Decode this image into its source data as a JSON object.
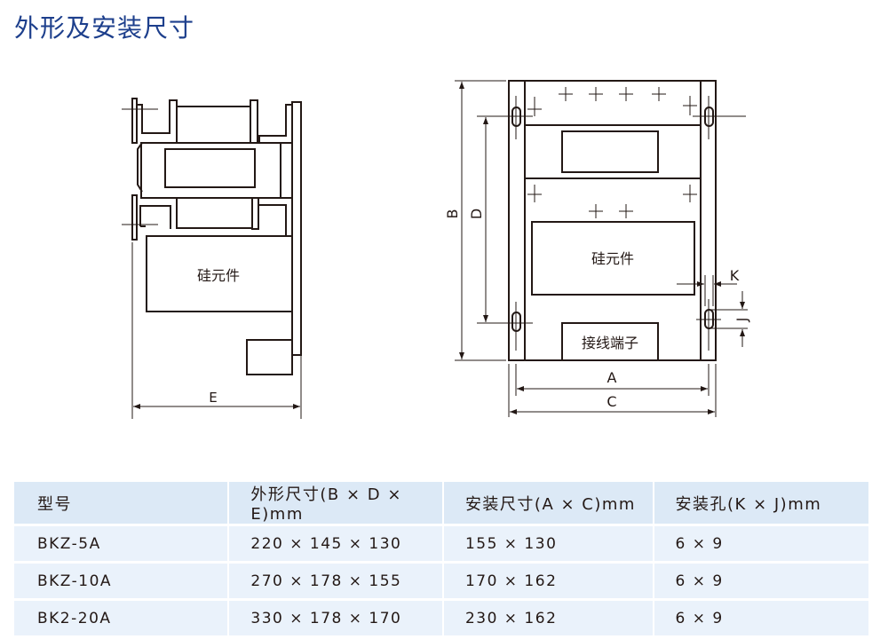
{
  "title": "外形及安装尺寸",
  "side_view": {
    "component_label": "硅元件",
    "dimension_labels": {
      "E": "E"
    }
  },
  "front_view": {
    "component_label": "硅元件",
    "terminal_label": "接线端子",
    "dimension_labels": {
      "A": "A",
      "B": "B",
      "C": "C",
      "D": "D",
      "K": "K",
      "J": "J"
    }
  },
  "table": {
    "headers": [
      "型号",
      "外形尺寸(B × D × E)mm",
      "安装尺寸(A × C)mm",
      "安装孔(K × J)mm"
    ],
    "rows": [
      [
        "BKZ-5A",
        "220 × 145 × 130",
        "155 × 130",
        "6 × 9"
      ],
      [
        "BKZ-10A",
        "270 × 178 × 155",
        "170 × 162",
        "6 × 9"
      ],
      [
        "BK2-20A",
        "330 × 178 × 170",
        "230 × 162",
        "6 × 9"
      ]
    ]
  },
  "colors": {
    "title": "#1d3f8c",
    "header_bg": "#dce9f6",
    "row_bg": "#eaf2fb",
    "line": "#231815"
  }
}
